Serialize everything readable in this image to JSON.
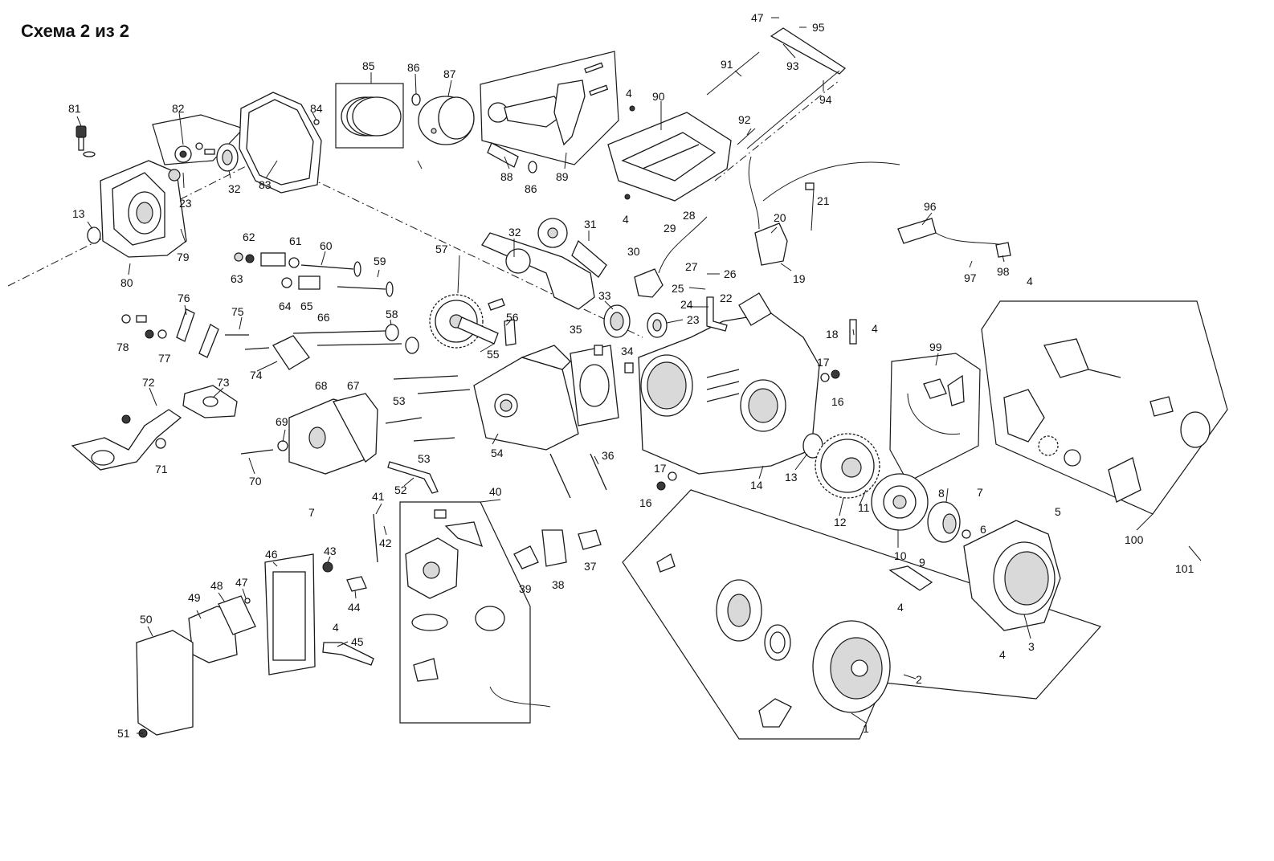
{
  "title": "Схема 2 из 2",
  "callouts": [
    {
      "n": "1"
    },
    {
      "n": "2"
    },
    {
      "n": "3"
    },
    {
      "n": "4"
    },
    {
      "n": "4"
    },
    {
      "n": "4"
    },
    {
      "n": "4"
    },
    {
      "n": "4"
    },
    {
      "n": "4"
    },
    {
      "n": "4"
    },
    {
      "n": "5"
    },
    {
      "n": "6"
    },
    {
      "n": "7"
    },
    {
      "n": "7"
    },
    {
      "n": "8"
    },
    {
      "n": "9"
    },
    {
      "n": "10"
    },
    {
      "n": "11"
    },
    {
      "n": "12"
    },
    {
      "n": "13"
    },
    {
      "n": "13"
    },
    {
      "n": "14"
    },
    {
      "n": "16"
    },
    {
      "n": "16"
    },
    {
      "n": "17"
    },
    {
      "n": "17"
    },
    {
      "n": "18"
    },
    {
      "n": "19"
    },
    {
      "n": "20"
    },
    {
      "n": "21"
    },
    {
      "n": "22"
    },
    {
      "n": "23"
    },
    {
      "n": "23"
    },
    {
      "n": "24"
    },
    {
      "n": "25"
    },
    {
      "n": "26"
    },
    {
      "n": "27"
    },
    {
      "n": "28"
    },
    {
      "n": "29"
    },
    {
      "n": "30"
    },
    {
      "n": "31"
    },
    {
      "n": "32"
    },
    {
      "n": "32"
    },
    {
      "n": "33"
    },
    {
      "n": "34"
    },
    {
      "n": "35"
    },
    {
      "n": "36"
    },
    {
      "n": "37"
    },
    {
      "n": "38"
    },
    {
      "n": "39"
    },
    {
      "n": "40"
    },
    {
      "n": "41"
    },
    {
      "n": "42"
    },
    {
      "n": "43"
    },
    {
      "n": "44"
    },
    {
      "n": "45"
    },
    {
      "n": "46"
    },
    {
      "n": "47"
    },
    {
      "n": "47"
    },
    {
      "n": "48"
    },
    {
      "n": "49"
    },
    {
      "n": "50"
    },
    {
      "n": "51"
    },
    {
      "n": "52"
    },
    {
      "n": "53"
    },
    {
      "n": "53"
    },
    {
      "n": "54"
    },
    {
      "n": "55"
    },
    {
      "n": "56"
    },
    {
      "n": "57"
    },
    {
      "n": "58"
    },
    {
      "n": "59"
    },
    {
      "n": "60"
    },
    {
      "n": "61"
    },
    {
      "n": "62"
    },
    {
      "n": "63"
    },
    {
      "n": "64"
    },
    {
      "n": "65"
    },
    {
      "n": "66"
    },
    {
      "n": "67"
    },
    {
      "n": "68"
    },
    {
      "n": "69"
    },
    {
      "n": "70"
    },
    {
      "n": "71"
    },
    {
      "n": "72"
    },
    {
      "n": "73"
    },
    {
      "n": "74"
    },
    {
      "n": "75"
    },
    {
      "n": "76"
    },
    {
      "n": "77"
    },
    {
      "n": "78"
    },
    {
      "n": "79"
    },
    {
      "n": "80"
    },
    {
      "n": "81"
    },
    {
      "n": "82"
    },
    {
      "n": "83"
    },
    {
      "n": "84"
    },
    {
      "n": "85"
    },
    {
      "n": "86"
    },
    {
      "n": "86"
    },
    {
      "n": "87"
    },
    {
      "n": "88"
    },
    {
      "n": "89"
    },
    {
      "n": "90"
    },
    {
      "n": "91"
    },
    {
      "n": "92"
    },
    {
      "n": "93"
    },
    {
      "n": "94"
    },
    {
      "n": "95"
    },
    {
      "n": "96"
    },
    {
      "n": "97"
    },
    {
      "n": "98"
    },
    {
      "n": "99"
    },
    {
      "n": "100"
    },
    {
      "n": "101"
    }
  ]
}
